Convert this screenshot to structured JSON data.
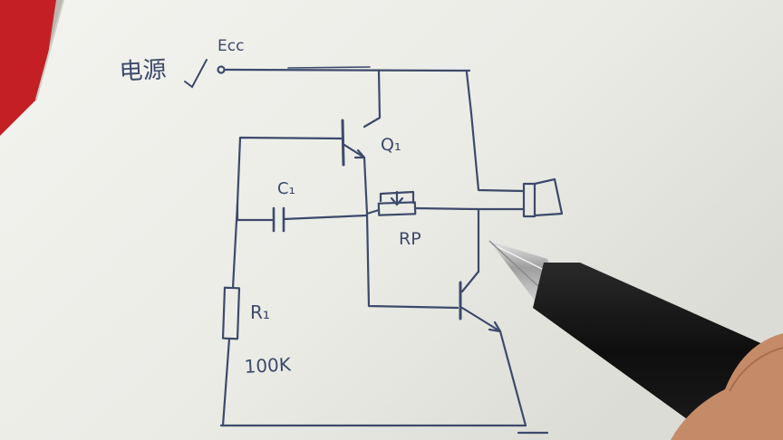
{
  "labels": {
    "source_note": "电源",
    "vcc": "Ecc",
    "q1": "Q₁",
    "c1": "C₁",
    "rp": "RP",
    "r1": "R₁",
    "r1_value": "100K"
  },
  "colors": {
    "ink": "#3c4a6a",
    "paper": "#efefea",
    "table_red": "#c41f24",
    "pen_body": "#151515",
    "pen_tip": "#bdbdbd",
    "skin": "#c58b68"
  }
}
